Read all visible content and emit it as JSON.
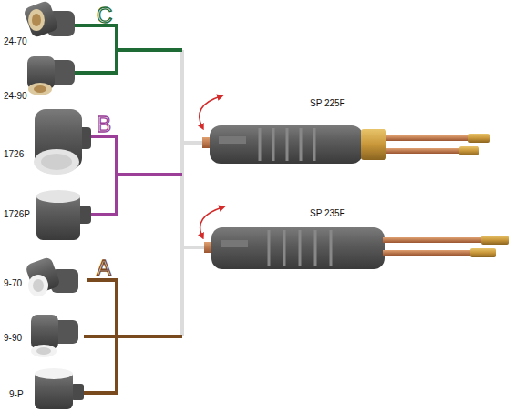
{
  "diagram": {
    "labels": [
      "C",
      "24-70",
      "24-90",
      "B",
      "1726",
      "1726P",
      "A",
      "9-70",
      "9-90",
      "9-P",
      "SP 225F",
      "SP 235F"
    ]
  }
}
